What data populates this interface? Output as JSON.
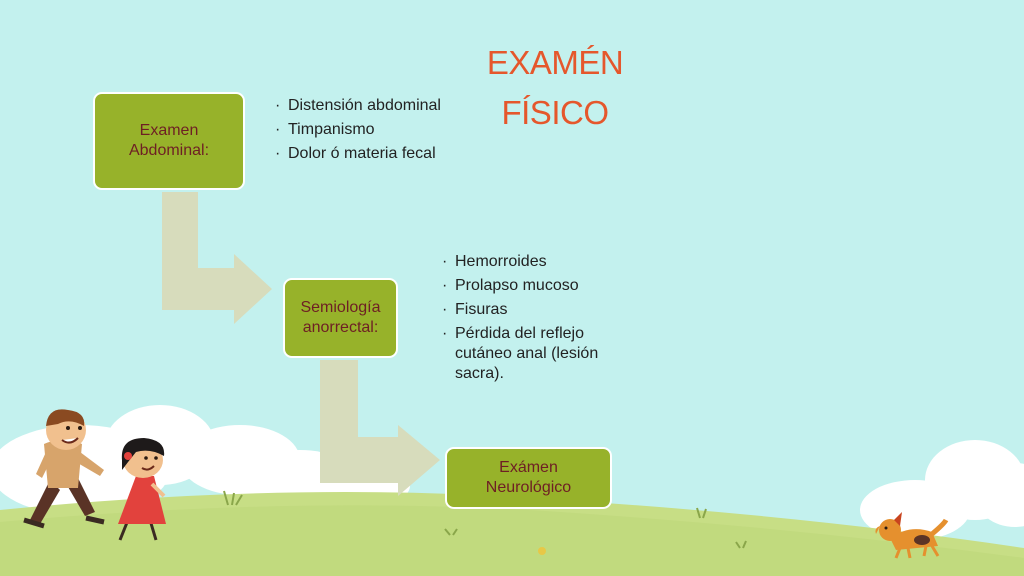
{
  "title": {
    "line1": "EXAMÉN",
    "line2": "FÍSICO"
  },
  "colors": {
    "background": "#c3f1ee",
    "box_fill": "#97b22a",
    "box_text": "#6e1f24",
    "arrow": "#d7dcbc",
    "title": "#e5572c",
    "ground": "#c7de85"
  },
  "boxes": [
    {
      "line1": "Examen",
      "line2": "Abdominal:"
    },
    {
      "line1": "Semiología",
      "line2": "anorrectal:"
    },
    {
      "line1": "Exámen",
      "line2": "Neurológico"
    }
  ],
  "bullets_abdominal": [
    "Distensión abdominal",
    "Timpanismo",
    "Dolor ó materia fecal"
  ],
  "bullets_anorrectal": [
    "Hemorroides",
    "Prolapso mucoso",
    "Fisuras",
    "Pérdida del reflejo cutáneo anal (lesión sacra)."
  ],
  "illustrations": [
    "boy-illustration",
    "girl-illustration",
    "dog-illustration",
    "cloud-illustration",
    "grass-hill-illustration"
  ]
}
